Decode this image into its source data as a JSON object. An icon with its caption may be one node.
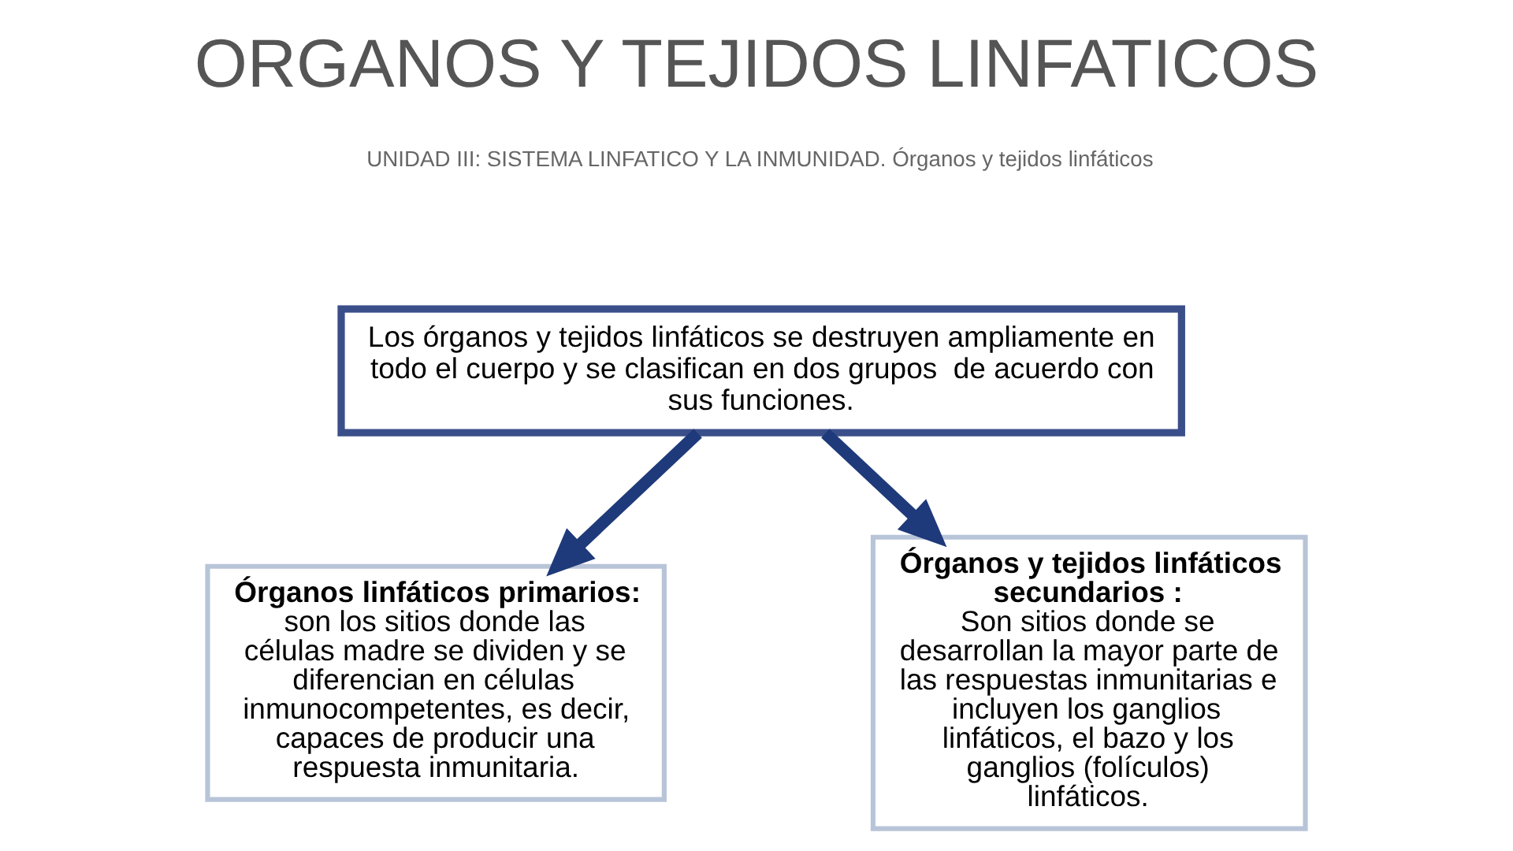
{
  "diagram": {
    "title": "ORGANOS Y TEJIDOS LINFATICOS",
    "nodes": [
      {
        "text": [
          "Los órganos y tejidos linfáticos se destruyen ampliamente en todo el cuerpo y se clasifican en dos grupos  de acuerdo con sus funciones."
        ]
      },
      {
        "text": [
          "Órganos linfáticos primarios:",
          "son los sitios donde las células madre se dividen y se diferencian en células inmunocompetentes, es decir, capaces de producir una respuesta inmunitaria."
        ]
      },
      {
        "text": [
          "Órganos y tejidos linfáticos secundarios :",
          "Son sitios donde se desarrollan la mayor parte de las respuestas inmunitarias e incluyen los ganglios linfáticos, el bazo y los ganglios (folículos) linfáticos."
        ]
      }
    ],
    "edges": [
      {
        "from": 0,
        "to": 1,
        "arrow": "to"
      },
      {
        "from": 0,
        "to": 2,
        "arrow": "to"
      }
    ],
    "labels": [
      "UNIDAD III: SISTEMA LINFATICO Y LA INMUNIDAD. Órganos y tejidos linfáticos"
    ]
  }
}
